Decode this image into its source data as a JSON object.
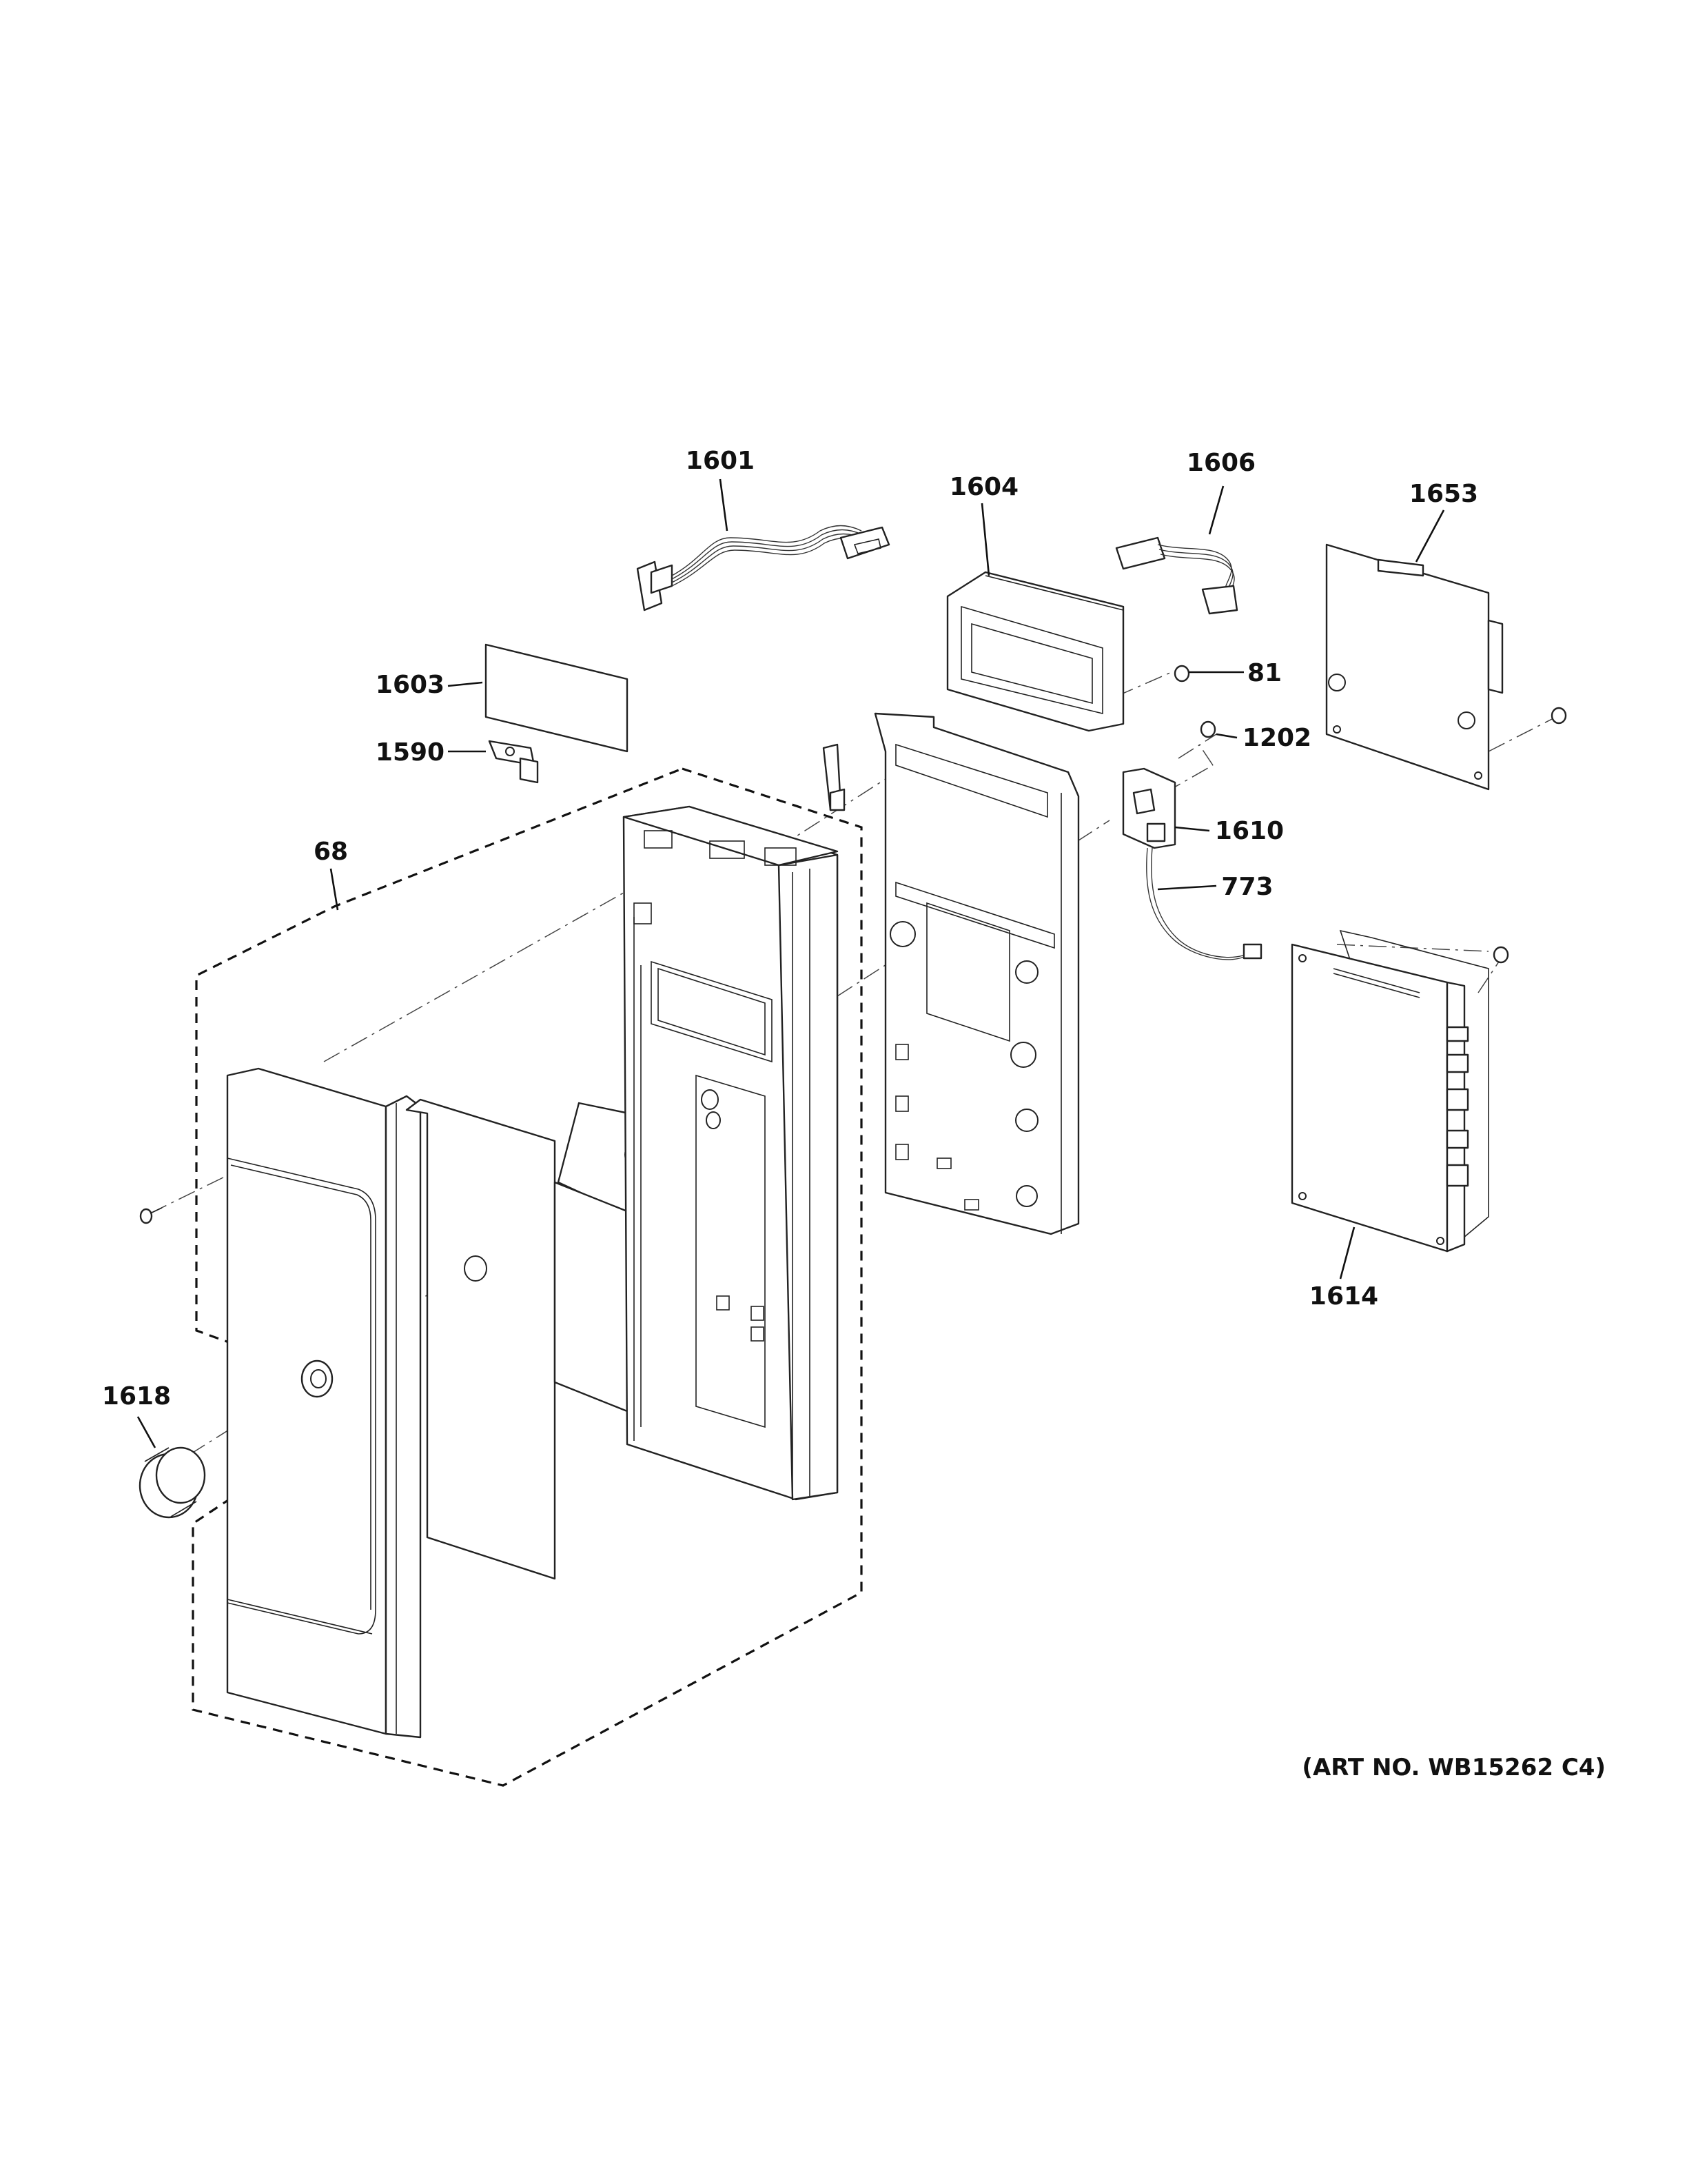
{
  "callouts": {
    "c1601": "1601",
    "c1604": "1604",
    "c1606": "1606",
    "c1653": "1653",
    "c1603": "1603",
    "c81": "81",
    "c1202": "1202",
    "c1590": "1590",
    "c68": "68",
    "c1610": "1610",
    "c773": "773",
    "c1618": "1618",
    "c1614": "1614"
  },
  "art_number": "(ART NO. WB15262 C4)"
}
